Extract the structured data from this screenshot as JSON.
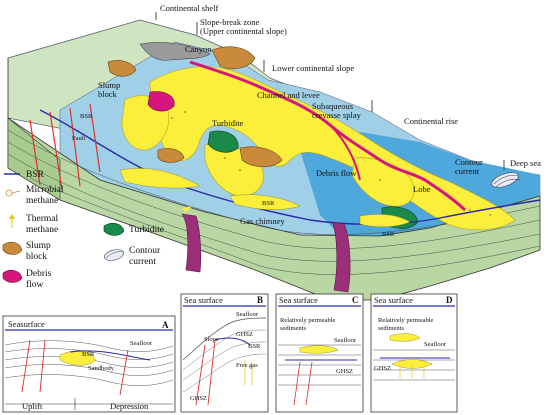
{
  "main": {
    "continental_shelf": "Continental shelf",
    "slope_break_1": "Slope-break zone",
    "slope_break_2": "(Upper continental slope)",
    "canyon": "Canyon",
    "lower_slope": "Lower continental slope",
    "slump_block_1": "Slump",
    "slump_block_2": "block",
    "channel_levee": "Channel and levee",
    "subaqueous_1": "Subaqueous",
    "subaqueous_2": "crevasse splay",
    "continental_rise": "Continental rise",
    "turbidite": "Turbidite",
    "contour_1": "Contour",
    "contour_2": "current",
    "deep_sea": "Deep sea",
    "debris_flow": "Debris flow",
    "lobe": "Lobe",
    "bsr_left": "BSR",
    "fault": "Fault",
    "bsr_mid": "BSR",
    "gas_chimney": "Gas chimney",
    "bsr_right": "BSR"
  },
  "legend": {
    "bsr": "BSR",
    "microbial_1": "Microbial",
    "microbial_2": "methane",
    "thermal_1": "Thermal",
    "thermal_2": "methane",
    "slump_1": "Slump",
    "slump_2": "block",
    "debris_1": "Debris",
    "debris_2": "flow",
    "turbidite": "Turbidite",
    "contour_1": "Contour",
    "contour_2": "current"
  },
  "panel_a": {
    "letter": "A",
    "sea": "Seasurface",
    "seafloor": "Seafloor",
    "bsr": "BSR",
    "sandbody": "Sandbody",
    "uplift": "Uplift",
    "depression": "Depression"
  },
  "panel_b": {
    "letter": "B",
    "sea": "Sea surface",
    "seafloor": "Seafloor",
    "slope": "Slope",
    "ghsz1": "GHSZ",
    "bsr": "BSR",
    "free_gas": "Free gas",
    "ghsz2": "GHSZ"
  },
  "panel_c": {
    "letter": "C",
    "sea": "Sea surface",
    "perm_1": "Relatively permeable",
    "perm_2": "sediments",
    "seafloor": "Seafloor",
    "ghsz": "GHSZ"
  },
  "panel_d": {
    "letter": "D",
    "sea": "Sea surface",
    "perm_1": "Relatively permeable",
    "perm_2": "sediments",
    "seafloor": "Seafloor",
    "ghsz": "GHSZ"
  },
  "colors": {
    "shelf_top": "#cfe4c0",
    "seabed": "#9fd0e8",
    "deep_water": "#4fa8dc",
    "front_face": "#b9d7a3",
    "side_face": "#a8cb90",
    "yellow_fan": "#fbef3c",
    "channel": "#d8157c",
    "slump": "#c98a3c",
    "turbidite": "#1a8a4a",
    "bsr_line": "#2a2aa8",
    "fault_line": "#e0302b"
  }
}
